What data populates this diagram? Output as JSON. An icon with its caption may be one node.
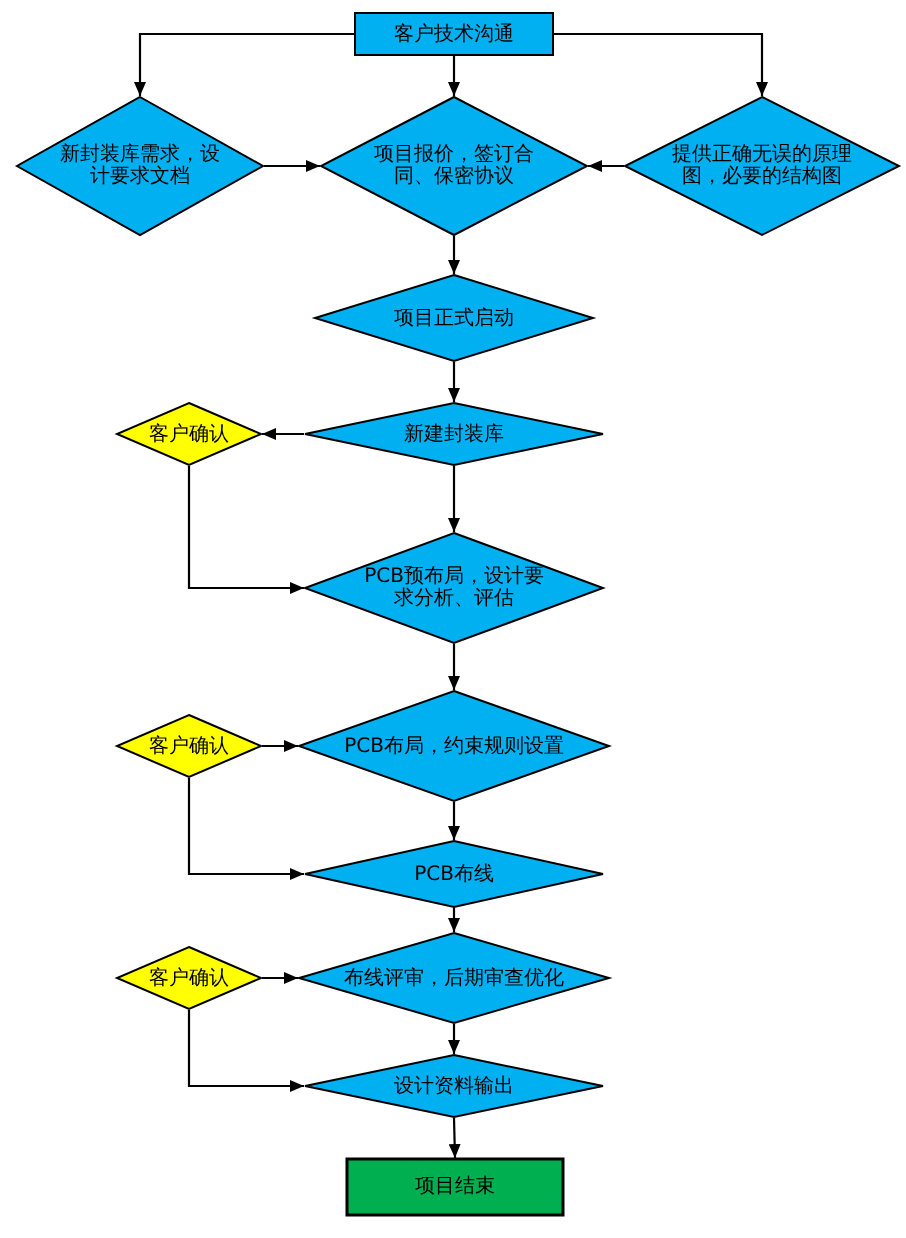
{
  "diagram": {
    "nodes": [
      {
        "text": [
          "客户技术沟通"
        ]
      },
      {
        "text": [
          "新封装库需求，设计要求文档"
        ]
      },
      {
        "text": [
          "项目报价，签订合同、保密协议"
        ]
      },
      {
        "text": [
          "提供正确无误的原理图，必要的结构图"
        ]
      },
      {
        "text": [
          "项目正式启动"
        ]
      },
      {
        "text": [
          "客户确认"
        ]
      },
      {
        "text": [
          "新建封装库"
        ]
      },
      {
        "text": [
          "PCB预布局，设计要求分析、评估"
        ]
      },
      {
        "text": [
          "客户确认"
        ]
      },
      {
        "text": [
          "PCB布局，约束规则设置"
        ]
      },
      {
        "text": [
          "PCB布线"
        ]
      },
      {
        "text": [
          "客户确认"
        ]
      },
      {
        "text": [
          "布线评审，后期审查优化"
        ]
      },
      {
        "text": [
          "设计资料输出"
        ]
      },
      {
        "text": [
          "项目结束"
        ]
      }
    ],
    "edges": [
      {
        "from": 0,
        "to": 1,
        "arrow": "to"
      },
      {
        "from": 0,
        "to": 2,
        "arrow": "to"
      },
      {
        "from": 0,
        "to": 3,
        "arrow": "to"
      },
      {
        "from": 1,
        "to": 2,
        "arrow": "to"
      },
      {
        "from": 3,
        "to": 2,
        "arrow": "to"
      },
      {
        "from": 2,
        "to": 4,
        "arrow": "to"
      },
      {
        "from": 4,
        "to": 6,
        "arrow": "to"
      },
      {
        "from": 6,
        "to": 5,
        "arrow": "to"
      },
      {
        "from": 6,
        "to": 7,
        "arrow": "to"
      },
      {
        "from": 5,
        "to": 7,
        "arrow": "to"
      },
      {
        "from": 7,
        "to": 9,
        "arrow": "to"
      },
      {
        "from": 8,
        "to": 9,
        "arrow": "to"
      },
      {
        "from": 8,
        "to": 10,
        "arrow": "to"
      },
      {
        "from": 9,
        "to": 10,
        "arrow": "to"
      },
      {
        "from": 10,
        "to": 12,
        "arrow": "to"
      },
      {
        "from": 11,
        "to": 12,
        "arrow": "to"
      },
      {
        "from": 11,
        "to": 13,
        "arrow": "to"
      },
      {
        "from": 12,
        "to": 13,
        "arrow": "to"
      },
      {
        "from": 13,
        "to": 14,
        "arrow": "to"
      }
    ]
  }
}
